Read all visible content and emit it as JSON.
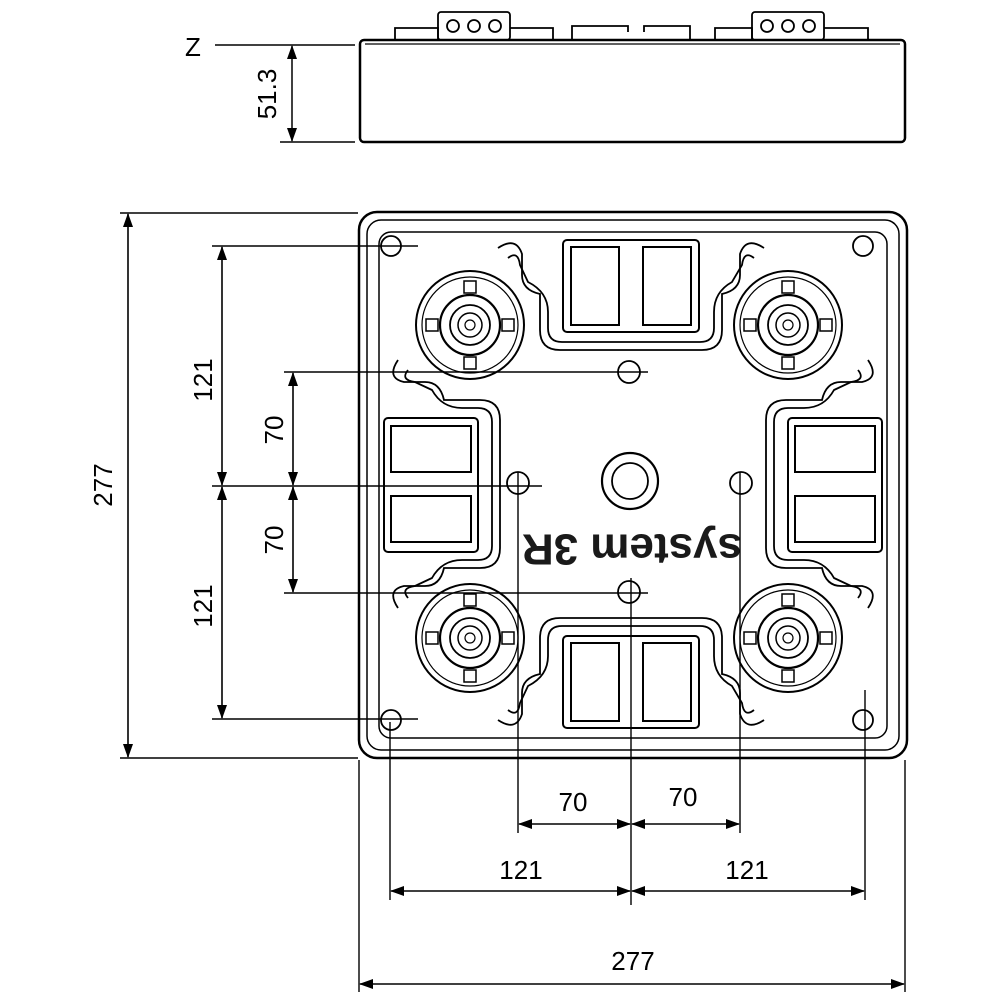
{
  "drawing": {
    "side_view": {
      "reference_label": "Z",
      "height_label": "51.3"
    },
    "top_view": {
      "brand_text": "system 3R",
      "overall_width_label": "277",
      "overall_height_label": "277",
      "left_dims": {
        "upper_121": "121",
        "lower_121": "121",
        "upper_70": "70",
        "lower_70": "70"
      },
      "bottom_dims": {
        "left_70": "70",
        "right_70": "70",
        "left_121": "121",
        "right_121": "121"
      }
    },
    "colors": {
      "line": "#000000",
      "background": "#ffffff"
    }
  }
}
